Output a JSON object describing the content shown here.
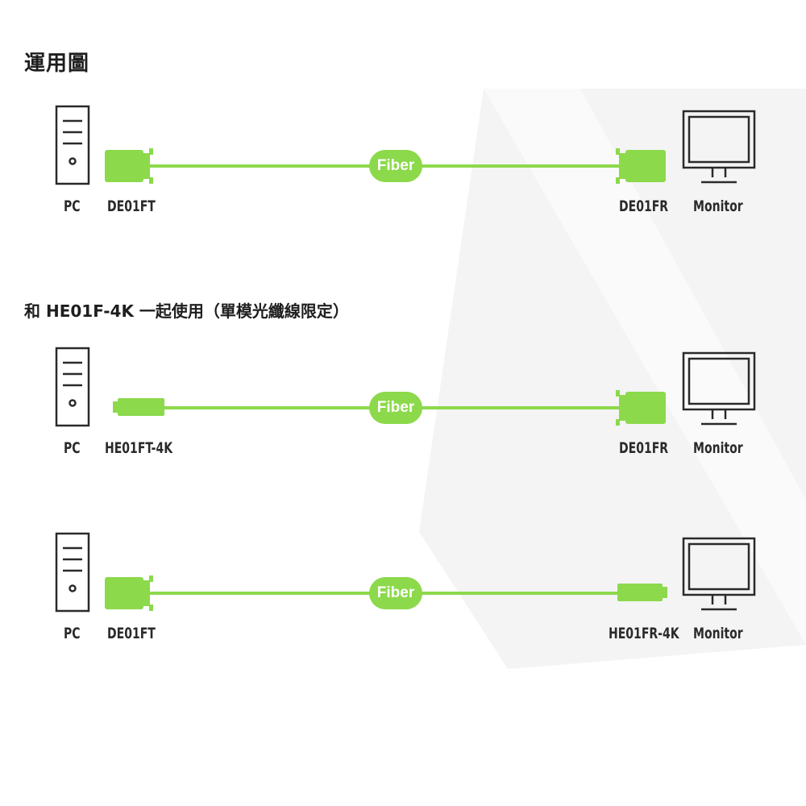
{
  "colors": {
    "accent": "#8cd94b",
    "watermark": "#f3f3f3",
    "outline": "#2a2a2a"
  },
  "sections": [
    {
      "title": "運用圖"
    },
    {
      "title": "和 HE01F-4K 一起使用（單模光纖線限定）"
    }
  ],
  "rows": [
    {
      "source": "PC",
      "transmitter": "DE01FT",
      "link": "Fiber",
      "receiver": "DE01FR",
      "display": "Monitor"
    },
    {
      "source": "PC",
      "transmitter": "HE01FT-4K",
      "link": "Fiber",
      "receiver": "DE01FR",
      "display": "Monitor"
    },
    {
      "source": "PC",
      "transmitter": "DE01FT",
      "link": "Fiber",
      "receiver": "HE01FR-4K",
      "display": "Monitor"
    }
  ]
}
